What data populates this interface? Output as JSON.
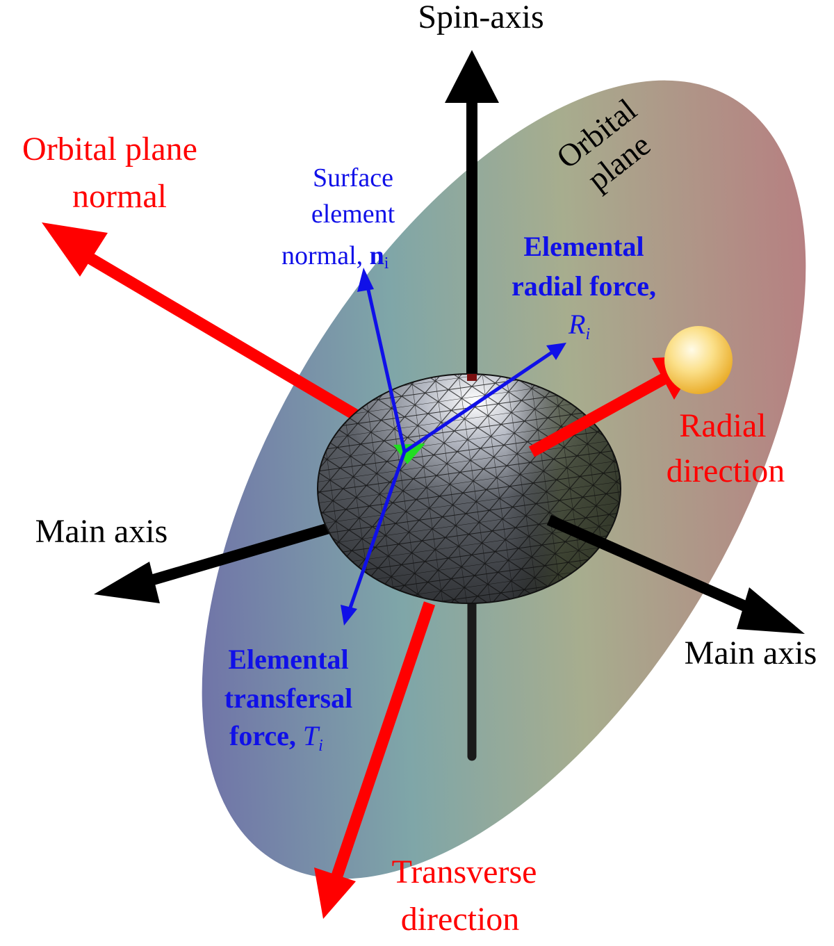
{
  "colors": {
    "red": "#ff0000",
    "black": "#000000",
    "blue": "#1010e8",
    "surface_element": "#22dd22",
    "sun": "#f5c542"
  },
  "labels": {
    "spin_axis": "Spin-axis",
    "orbital_plane_line1": "Orbital",
    "orbital_plane_line2": "plane",
    "orbital_plane_normal_line1": "Orbital plane",
    "orbital_plane_normal_line2": "normal",
    "surface_normal_line1": "Surface",
    "surface_normal_line2": "element",
    "surface_normal_line3": "normal, ",
    "surface_normal_symbol": "n",
    "surface_normal_subscript": "i",
    "radial_force_line1": "Elemental",
    "radial_force_line2": "radial force,",
    "radial_force_symbol": "R",
    "radial_force_subscript": "i",
    "radial_direction_line1": "Radial",
    "radial_direction_line2": "direction",
    "main_axis_left": "Main axis",
    "main_axis_right": "Main axis",
    "transversal_force_line1": "Elemental",
    "transversal_force_line2": "transfersal",
    "transversal_force_line3": "force, ",
    "transversal_force_symbol": "T",
    "transversal_force_subscript": "i",
    "transverse_direction_line1": "Transverse",
    "transverse_direction_line2": "direction"
  }
}
